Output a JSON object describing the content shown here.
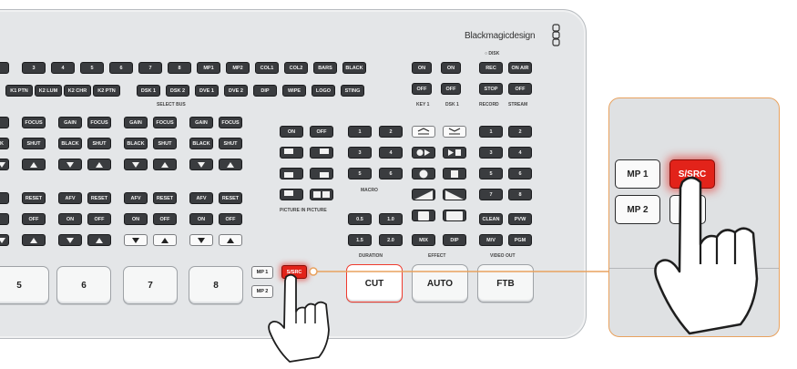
{
  "brand": {
    "name": "Blackmagicdesign",
    "disk_label": "DISK"
  },
  "row1": [
    "3",
    "4",
    "5",
    "6",
    "7",
    "8",
    "MP1",
    "MP2",
    "COL1",
    "COL2",
    "BARS",
    "BLACK"
  ],
  "row2": [
    "K1 PTN",
    "K2 LUM",
    "K2 CHR",
    "K2 PTN",
    "DSK 1",
    "DSK 2",
    "DVE 1",
    "DVE 2",
    "DIP",
    "WIPE",
    "LOGO",
    "STING"
  ],
  "select_bus_label": "SELECT BUS",
  "key_row1": [
    "ON",
    "ON"
  ],
  "key_row2": [
    "OFF",
    "OFF"
  ],
  "key_labels": [
    "KEY 1",
    "DSK 1"
  ],
  "record": {
    "rec": "REC",
    "stop": "STOP",
    "label": "RECORD"
  },
  "stream": {
    "on_air": "ON AIR",
    "off": "OFF",
    "label": "STREAM"
  },
  "audio_rows": {
    "row1": [
      "FOCUS",
      "GAIN",
      "FOCUS",
      "GAIN",
      "FOCUS",
      "GAIN",
      "FOCUS"
    ],
    "row2": [
      "K",
      "SHUT",
      "BLACK",
      "SHUT",
      "BLACK",
      "SHUT",
      "BLACK",
      "SHUT"
    ],
    "row4": [
      "RESET",
      "AFV",
      "RESET",
      "AFV",
      "RESET",
      "AFV",
      "RESET"
    ],
    "row5": [
      "OFF",
      "ON",
      "OFF",
      "ON",
      "OFF",
      "ON",
      "OFF"
    ]
  },
  "pip": {
    "on": "ON",
    "off": "OFF",
    "label": "PICTURE IN PICTURE"
  },
  "macro": {
    "keys": [
      "1",
      "2",
      "3",
      "4",
      "5",
      "6"
    ],
    "label": "MACRO"
  },
  "duration": {
    "keys": [
      "0.5",
      "1.0",
      "1.5",
      "2.0"
    ],
    "label": "DURATION"
  },
  "effect": {
    "mix": "MIX",
    "dip": "DIP",
    "label": "EFFECT"
  },
  "video_out": {
    "keys": [
      "1",
      "2",
      "3",
      "4",
      "5",
      "6",
      "7",
      "8"
    ],
    "clean": "CLEAN",
    "pvw": "PVW",
    "mv": "M/V",
    "pgm": "PGM",
    "label": "VIDEO OUT"
  },
  "inputs": [
    "5",
    "6",
    "7",
    "8"
  ],
  "mp_buttons": [
    "MP 1",
    "MP 2"
  ],
  "ssrc": "S/SRC",
  "transitions": {
    "cut": "CUT",
    "auto": "AUTO",
    "ftb": "FTB"
  },
  "zoom": {
    "mp1": "MP 1",
    "mp2": "MP 2",
    "ssrc": "S/SRC"
  },
  "colors": {
    "accent_red": "#e2231a",
    "callout_orange": "#e8a25f",
    "key_dark": "#3a3c3f"
  }
}
